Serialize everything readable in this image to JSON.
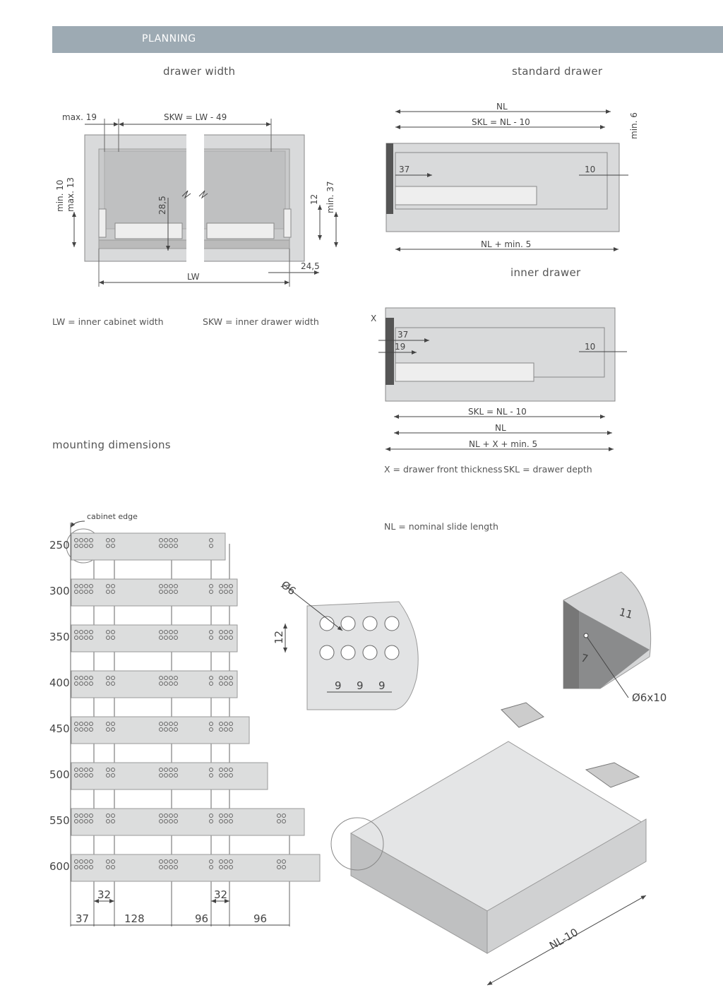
{
  "header": {
    "section": "PLANNING"
  },
  "drawer_width": {
    "title": "drawer width",
    "dims": {
      "max19": "max. 19",
      "skw": "SKW = LW - 49",
      "min10": "min. 10",
      "max13": "max. 13",
      "d285": "28,5",
      "d12": "12",
      "min37": "min. 37",
      "d245": "24,5",
      "lw": "LW"
    }
  },
  "legend": {
    "lw": "LW = inner cabinet width",
    "skw": "SKW = inner drawer width"
  },
  "standard_drawer": {
    "title": "standard drawer",
    "dims": {
      "nl": "NL",
      "skl": "SKL = NL - 10",
      "min6": "min. 6",
      "d37": "37",
      "d10": "10",
      "nlmin5": "NL + min. 5"
    }
  },
  "inner_drawer": {
    "title": "inner drawer",
    "dims": {
      "x": "X",
      "d37": "37",
      "d19": "19",
      "d10": "10",
      "skl": "SKL = NL - 10",
      "nl": "NL",
      "nlxmin5": "NL + X + min. 5"
    }
  },
  "inner_legend": {
    "x": "X = drawer front thickness",
    "skl": "SKL = drawer depth",
    "nl": "NL = nominal slide length"
  },
  "mounting": {
    "title": "mounting dimensions",
    "cabinet_edge": "cabinet edge",
    "lengths": [
      "250",
      "300",
      "350",
      "400",
      "450",
      "500",
      "550",
      "600"
    ],
    "dims": {
      "d32a": "32",
      "d32b": "32",
      "d37": "37",
      "d128": "128",
      "d96a": "96",
      "d96b": "96"
    }
  },
  "hole_detail": {
    "dia": "Ø6",
    "d12": "12",
    "d9a": "9",
    "d9b": "9",
    "d9c": "9"
  },
  "corner_detail": {
    "d11": "11",
    "d7": "7",
    "dia": "Ø6x10"
  },
  "drawer_3d": {
    "nl10": "NL-10"
  }
}
